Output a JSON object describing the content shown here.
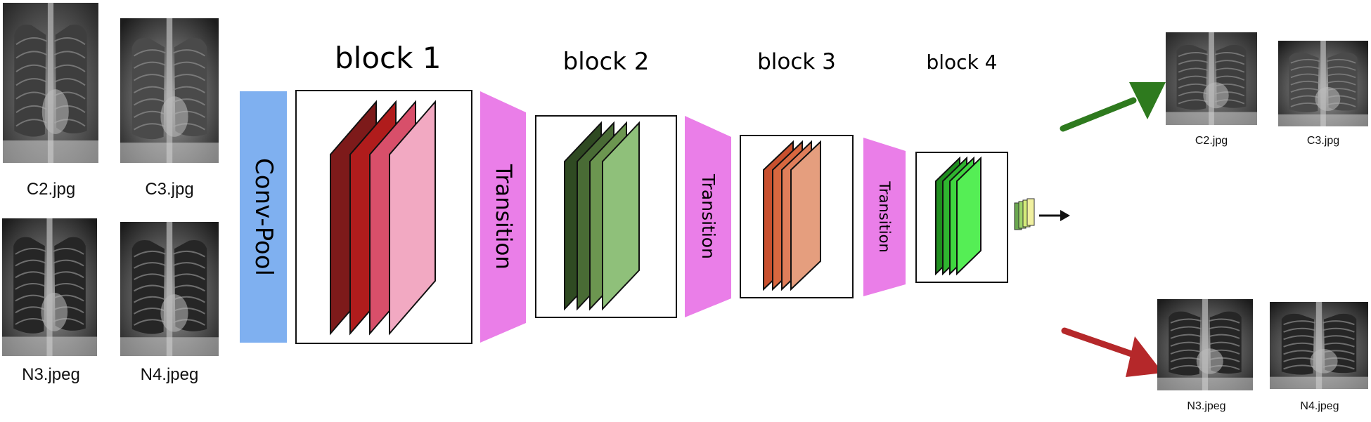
{
  "input_images": [
    {
      "label": "C2.jpg"
    },
    {
      "label": "C3.jpg"
    },
    {
      "label": "N3.jpeg"
    },
    {
      "label": "N4.jpeg"
    }
  ],
  "network": {
    "conv_pool_label": "Conv-Pool",
    "transition_label": "Transition",
    "blocks": [
      {
        "title": "block 1",
        "colors": [
          "#7d1a1a",
          "#b01c1c",
          "#d84f6a",
          "#f2a9c2"
        ]
      },
      {
        "title": "block 2",
        "colors": [
          "#2f4a22",
          "#496b35",
          "#6c9650",
          "#8fc07a"
        ]
      },
      {
        "title": "block 3",
        "colors": [
          "#c8502e",
          "#d8673f",
          "#e07e5a",
          "#e59e7e"
        ]
      },
      {
        "title": "block 4",
        "colors": [
          "#1f8f1f",
          "#2fb52f",
          "#3fd63f",
          "#55ee55"
        ]
      }
    ],
    "output_stack_colors": [
      "#6aa84f",
      "#9fd46a",
      "#d4ec7a",
      "#f0f0a0"
    ]
  },
  "colors": {
    "conv_pool": "#7fb0f0",
    "transition": "#ea7ee8",
    "arrow_covid": "#2e7a1e",
    "arrow_normal": "#b5282a"
  },
  "output_groups": [
    {
      "images": [
        {
          "label": "C2.jpg"
        },
        {
          "label": "C3.jpg"
        }
      ]
    },
    {
      "images": [
        {
          "label": "N3.jpeg"
        },
        {
          "label": "N4.jpeg"
        }
      ]
    }
  ]
}
